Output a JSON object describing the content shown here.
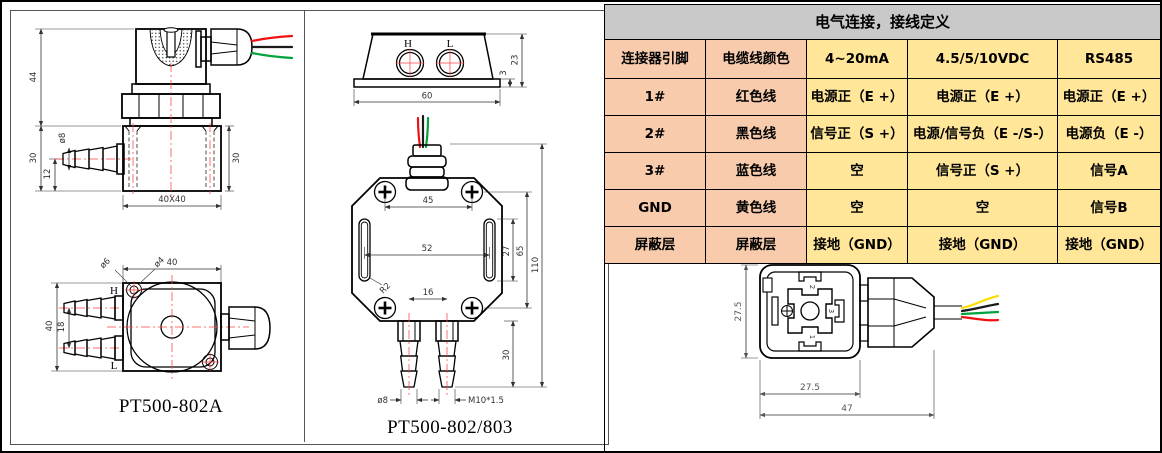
{
  "table": {
    "title": "电气连接，接线定义",
    "columns": [
      "连接器引脚",
      "电缆线颜色",
      "4~20mA",
      "4.5/5/10VDC",
      "RS485"
    ],
    "rows": [
      {
        "pin": "1#",
        "color": "红色线",
        "c420": "电源正（E +）",
        "vdc": "电源正（E +）",
        "rs485": "电源正（E +）"
      },
      {
        "pin": "2#",
        "color": "黑色线",
        "c420": "信号正（S +）",
        "vdc": "电源/信号负（E -/S-）",
        "rs485": "电源负（E -）"
      },
      {
        "pin": "3#",
        "color": "蓝色线",
        "c420": "空",
        "vdc": "信号正（S +）",
        "rs485": "信号A"
      },
      {
        "pin": "GND",
        "color": "黄色线",
        "c420": "空",
        "vdc": "空",
        "rs485": "信号B"
      },
      {
        "pin": "屏蔽层",
        "color": "屏蔽层",
        "c420": "接地（GND）",
        "vdc": "接地（GND）",
        "rs485": "接地（GND）"
      }
    ]
  },
  "panels": {
    "pt500_802a": {
      "caption": "PT500-802A",
      "side": {
        "d44": "44",
        "d30l": "30",
        "d12": "12",
        "d8": "ø8",
        "d30r": "30",
        "d4040": "40X40"
      },
      "top": {
        "d40t": "40",
        "d40l": "40",
        "d18": "18",
        "d6": "ø6",
        "d4": "ø4",
        "h": "H",
        "l": "L"
      }
    },
    "pt500_802_803": {
      "caption": "PT500-802/803",
      "top": {
        "h": "H",
        "l": "L",
        "d23": "23",
        "d3": "3",
        "d60": "60"
      },
      "front": {
        "d45": "45",
        "d52": "52",
        "d27": "27",
        "d65": "65",
        "d110": "110",
        "d16": "16",
        "r2": "R2",
        "d30": "30",
        "d8": "ø8",
        "m10": "M10*1.5"
      }
    }
  },
  "connector": {
    "dh": "27.5",
    "dw": "27.5",
    "dt": "47",
    "p1": "1",
    "p2": "2",
    "p3": "3"
  },
  "colors": {
    "title_gray": "#c9c9c9",
    "pin_salmon": "#f8cbad",
    "value_yellow": "#ffe699",
    "centerline_red": "#ff4444",
    "wire_red": "#ee1111",
    "wire_green": "#00a33e",
    "wire_black": "#1a1a1a",
    "wire_yellow": "#ffdd00"
  }
}
